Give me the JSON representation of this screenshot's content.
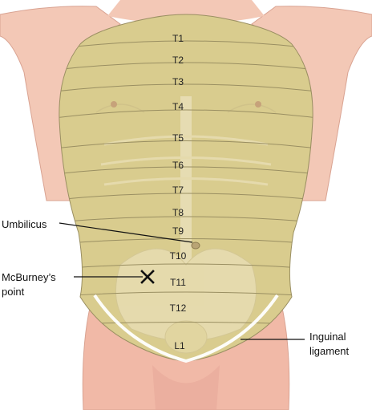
{
  "dermatomes": [
    "T1",
    "T2",
    "T3",
    "T4",
    "T5",
    "T6",
    "T7",
    "T8",
    "T9",
    "T10",
    "T11",
    "T12",
    "L1"
  ],
  "callouts": {
    "umbilicus": "Umbilicus",
    "mcburney_line1": "McBurney’s",
    "mcburney_line2": "point",
    "inguinal_line1": "Inguinal",
    "inguinal_line2": "ligament"
  },
  "colors": {
    "skin": "#f3c8b6",
    "skin_shadow": "#e7a89a",
    "dermatome_fill": "#d9cc8e",
    "band_line": "#9a8f62",
    "bone": "#efe6c6",
    "ligament": "#ffffff",
    "leader": "#111111"
  },
  "icons": {
    "mcburney_marker": "x-mark-icon"
  }
}
